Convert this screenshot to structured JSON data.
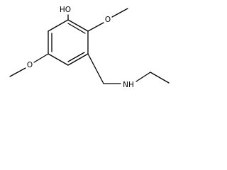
{
  "molecule": {
    "atoms": {
      "hydroxyl": "HO",
      "methoxy_top_oxygen": "O",
      "methoxy_left_oxygen": "O",
      "amine": "NH"
    },
    "colors": {
      "bond": "#000000",
      "label": "#000000",
      "background": "#ffffff"
    }
  }
}
